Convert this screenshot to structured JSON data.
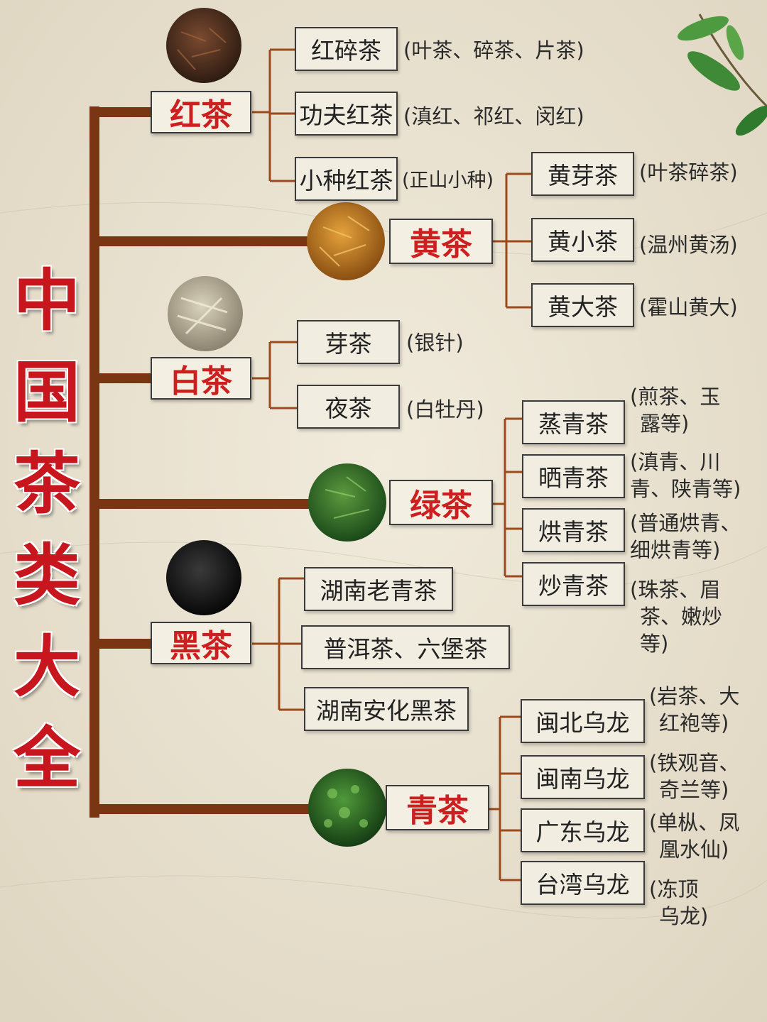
{
  "title": "中国茶类大全",
  "colors": {
    "branch": "#7a3612",
    "title_red": "#c8161e",
    "category_red": "#cc1f1f"
  },
  "categories": [
    {
      "name": "红茶",
      "image": "black-tea-leaves-image",
      "types": [
        {
          "name": "红碎茶",
          "note": "(叶茶、碎茶、片茶)"
        },
        {
          "name": "功夫红茶",
          "note": "(滇红、祁红、闵红)"
        },
        {
          "name": "小种红茶",
          "note": "(正山小种)"
        }
      ]
    },
    {
      "name": "黄茶",
      "image": "yellow-tea-leaves-image",
      "types": [
        {
          "name": "黄芽茶",
          "note": "(叶茶碎茶)"
        },
        {
          "name": "黄小茶",
          "note": "(温州黄汤)"
        },
        {
          "name": "黄大茶",
          "note": "(霍山黄大)"
        }
      ]
    },
    {
      "name": "白茶",
      "image": "white-tea-leaves-image",
      "types": [
        {
          "name": "芽茶",
          "note": "(银针)"
        },
        {
          "name": "夜茶",
          "note": "(白牡丹)"
        }
      ]
    },
    {
      "name": "绿茶",
      "image": "green-tea-leaves-image",
      "types": [
        {
          "name": "蒸青茶",
          "note_lines": [
            "(煎茶、玉",
            "露等)"
          ]
        },
        {
          "name": "晒青茶",
          "note_lines": [
            "(滇青、川",
            "青、陕青等)"
          ]
        },
        {
          "name": "烘青茶",
          "note_lines": [
            "(普通烘青、",
            "细烘青等)"
          ]
        },
        {
          "name": "炒青茶",
          "note_lines": [
            "(珠茶、眉",
            "茶、嫩炒",
            "等)"
          ]
        }
      ]
    },
    {
      "name": "黑茶",
      "image": "dark-tea-leaves-image",
      "types": [
        {
          "name": "湖南老青茶"
        },
        {
          "name": "普洱茶、六堡茶"
        },
        {
          "name": "湖南安化黑茶"
        }
      ]
    },
    {
      "name": "青茶",
      "image": "oolong-tea-leaves-image",
      "types": [
        {
          "name": "闽北乌龙",
          "note_lines": [
            "(岩茶、大",
            "红袍等)"
          ]
        },
        {
          "name": "闽南乌龙",
          "note_lines": [
            "(铁观音、",
            "奇兰等)"
          ]
        },
        {
          "name": "广东乌龙",
          "note_lines": [
            "(单枞、凤",
            "凰水仙)"
          ]
        },
        {
          "name": "台湾乌龙",
          "note_lines": [
            "(冻顶",
            "乌龙)"
          ]
        }
      ]
    }
  ]
}
